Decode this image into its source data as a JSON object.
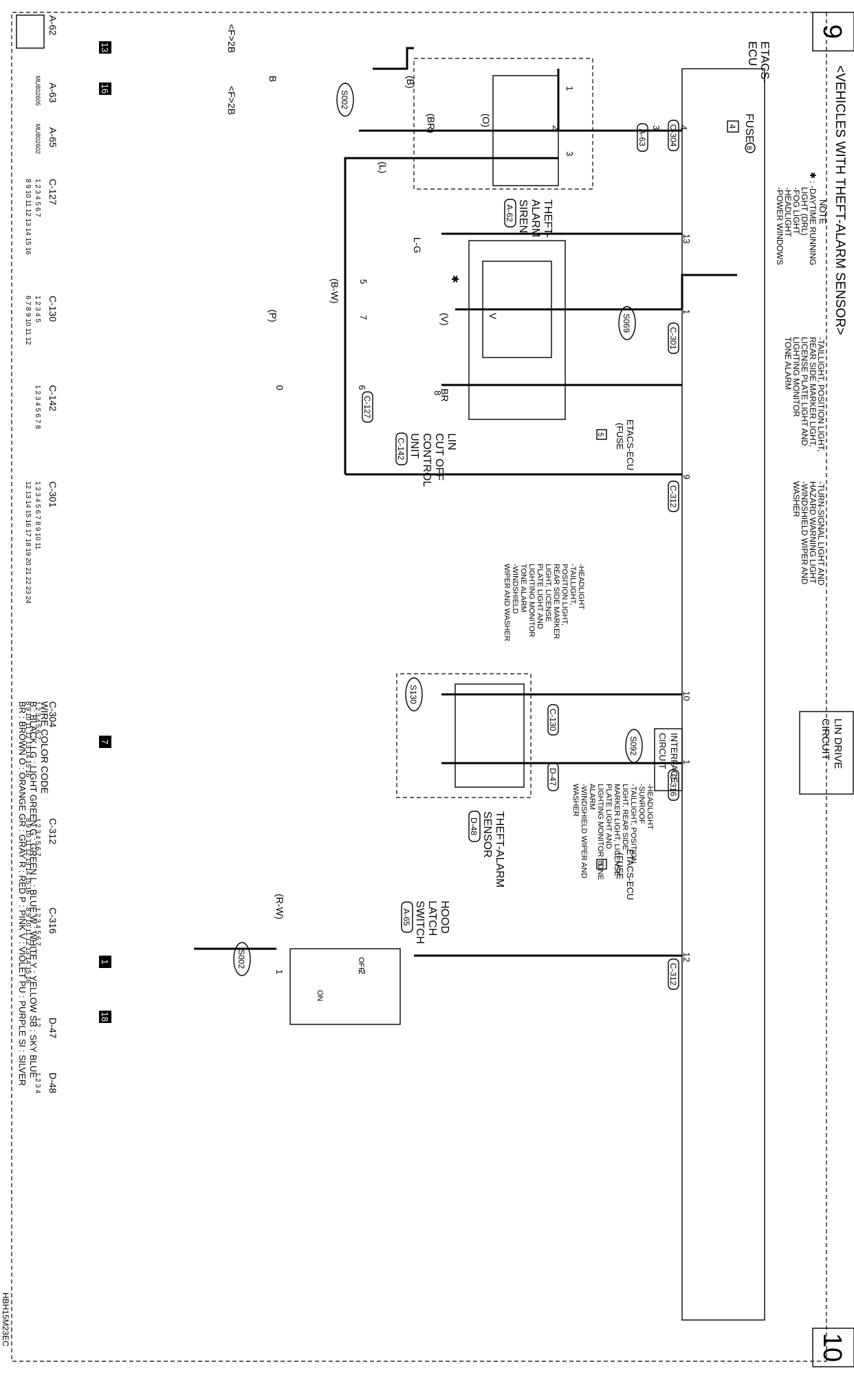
{
  "page": {
    "prev": "9",
    "next": "10",
    "figure_id": "HBH15M23EC"
  },
  "header": {
    "title": "<VEHICLES WITH THEFT-ALARM SENSOR>",
    "note_title": "NOTE",
    "note_col1": [
      "✱ : -DAYTIME RUNNING",
      "LIGHT (DRL)",
      "-FOG LIGHT",
      "-HEADLIGHT",
      "-POWER WINDOWS"
    ],
    "note_col2": [
      "-TAILLIGHT, POSITION LIGHT,",
      "REAR SIDE MARKER LIGHT,",
      "LICENSE PLATE LIGHT AND",
      "LIGHTING MONITOR",
      "TONE ALARM"
    ],
    "note_col3": [
      "-TURN-SIGNAL LIGHT AND",
      "HAZARD WARNING LIGHT",
      "-WINDSHIELD WIPER AND",
      "WASHER"
    ]
  },
  "components": {
    "etacs_ecu": [
      "ETACS-",
      "ECU"
    ],
    "fuse": "FUSE",
    "fuse_num": "8",
    "fuse_box": "4",
    "siren": [
      "THEFT-",
      "ALARM",
      "SIREN"
    ],
    "siren_ref": "A-62",
    "lin_cutoff": [
      "LIN",
      "CUT OFF",
      "CONTROL",
      "UNIT"
    ],
    "lin_cutoff_ref": "C-142",
    "lin_drive": [
      "LIN DRIVE",
      "CIRCUIT"
    ],
    "interface": [
      "INTERFACE",
      "CIRCUIT"
    ],
    "sensor": [
      "THEFT-ALARM",
      "SENSOR"
    ],
    "sensor_ref": "D-48",
    "hood_switch": [
      "HOOD",
      "LATCH",
      "SWITCH"
    ],
    "hood_switch_ref": "A-65",
    "etacs_fuse_feed": [
      "ETACS-ECU",
      "(FUSE"
    ],
    "feed_box": "5",
    "switch_off": "OFF",
    "switch_on": "ON"
  },
  "connectors": {
    "c304": "C-304",
    "a63": "A-63",
    "c301": "C-301",
    "c127": "C-127",
    "c312": "C-312",
    "c130": "C-130",
    "c316": "C-316",
    "d47": "D-47",
    "a62": "A-62",
    "a65": "A-65",
    "c142": "C-142",
    "d48": "D-48"
  },
  "splices": {
    "s002": "S002",
    "s069": "S069",
    "s130": "S130",
    "s092": "S092"
  },
  "wires": {
    "B": "B",
    "bB": "(B)",
    "bBR": "(BR)",
    "bO": "(O)",
    "bL": "(L)",
    "LG": "L-G",
    "bV": "(V)",
    "V": "V",
    "bBW": "(B-W)",
    "bP": "(P)",
    "BR": "BR",
    "O": "0",
    "bRW": "(R-W)",
    "F2B": "<F>2B",
    "star": "✱"
  },
  "pins": {
    "p1": "1",
    "p2": "2",
    "p3": "3",
    "p4": "4",
    "p5": "5",
    "p6": "6",
    "p7": "7",
    "p8": "8",
    "p9": "9",
    "p10": "10",
    "p12": "12",
    "p13": "13"
  },
  "grounds": {
    "g13": "13",
    "g16": "16",
    "g7": "7",
    "g1": "1",
    "g18": "18"
  },
  "branch_lists": {
    "to_lighting": [
      "-HEADLIGHT",
      "-TAILLIGHT,",
      "POSITION LIGHT,",
      "REAR SIDE MARKER",
      "LIGHT, LICENSE",
      "PLATE LIGHT AND",
      "LIGHTING MONITOR",
      "TONE ALARM",
      "-WINDSHIELD",
      "WIPER AND WASHER"
    ],
    "to_v_branch": [
      "-HEADLIGHT",
      "-SUNROOF",
      "-TAILLIGHT, POSITION",
      "LIGHT, REAR SIDE",
      "MARKER LIGHT, LICENSE",
      "PLATE LIGHT AND",
      "LIGHTING MONITOR TONE",
      "ALARM",
      "-WINDSHIELD WIPER AND",
      "WASHER"
    ]
  },
  "part_numbers": {
    "a63": "MU802605",
    "a65": "MU802602"
  },
  "connector_faces": {
    "c127": [
      "1 2 3 4   5 6 7",
      "8 9 10 11 12 13 14 15 16"
    ],
    "c130": [
      "1 2 3   4 5",
      "6 7 8 9 10 11 12"
    ],
    "c142": [
      "1 2 3 4 5 6 7 8"
    ],
    "c301": [
      "1 2 3 4 5   6 7 8 9 10 11",
      "12 13 14 15 16 17 18 19 20 21 22 23 24"
    ],
    "c304": [
      "1 2 3 4   5 6 7",
      "8 9 10 11 12 13 14 15 16"
    ],
    "c312": [
      "1 2 3 4   5 6 7",
      "8 9 10 11 12 13 14 15 16"
    ],
    "c316": [
      "1 2 3 4   5 6 7",
      "8 9 10 11 12 13 14 15 16"
    ],
    "d47": [
      "1 2"
    ],
    "d48": [
      "1 2 3 4"
    ]
  },
  "wire_color_code": {
    "title": "WIRE COLOR CODE",
    "row1": "B : BLACK   LG : LIGHT GREEN   G : GREEN   L : BLUE   W : WHITE   Y : YELLOW   SB : SKY BLUE",
    "row2": "BR : BROWN   O : ORANGE   GR : GRAY   R : RED   P : PINK   V : VIOLET   PU : PURPLE   SI : SILVER"
  }
}
